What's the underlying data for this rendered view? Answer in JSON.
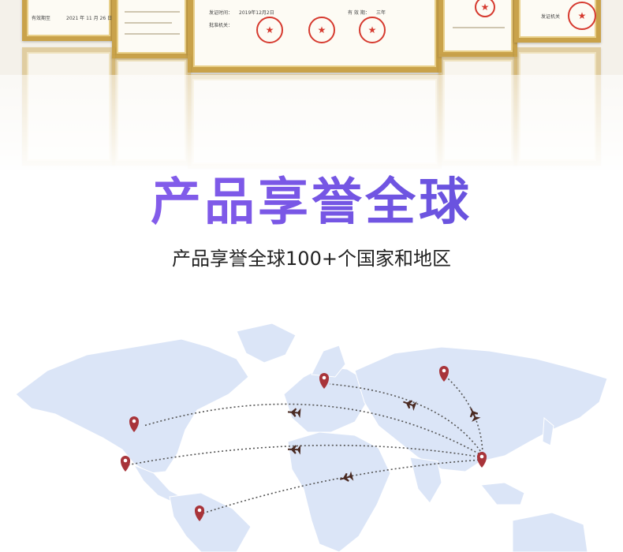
{
  "certificates": {
    "center": {
      "issue_date_label": "发证时间：",
      "issue_date_value": "2019年12月2日",
      "validity_label": "有 效 期：",
      "validity_value": "三年",
      "authority_label": "批准机关："
    },
    "left": {
      "validity_label": "有效期至",
      "date_value": "2021 年 11 月 26 日"
    },
    "right": {
      "authority_label": "发证机关"
    }
  },
  "heading": "产品享誉全球",
  "subheading": "产品享誉全球100+个国家和地区",
  "map": {
    "land_color": "#dbe5f7",
    "pin_color": "#a8343a",
    "route_color": "#555555",
    "plane_color": "#4a2a22"
  }
}
